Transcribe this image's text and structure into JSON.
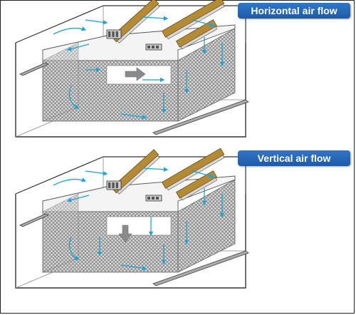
{
  "panels": [
    {
      "label": "Horizontal air flow",
      "flow_direction": "horizontal"
    },
    {
      "label": "Vertical air flow",
      "flow_direction": "vertical"
    }
  ],
  "colors": {
    "badge": "#2369b8",
    "badge_text": "#ffffff",
    "airflow_arrow": "#1fa3d4",
    "direction_arrow": "#8a8a8a",
    "luminaire_housing": "#b48a33",
    "curtain": "#8a8a8a",
    "ceiling": "#f4f4f4",
    "outline": "#333333"
  }
}
